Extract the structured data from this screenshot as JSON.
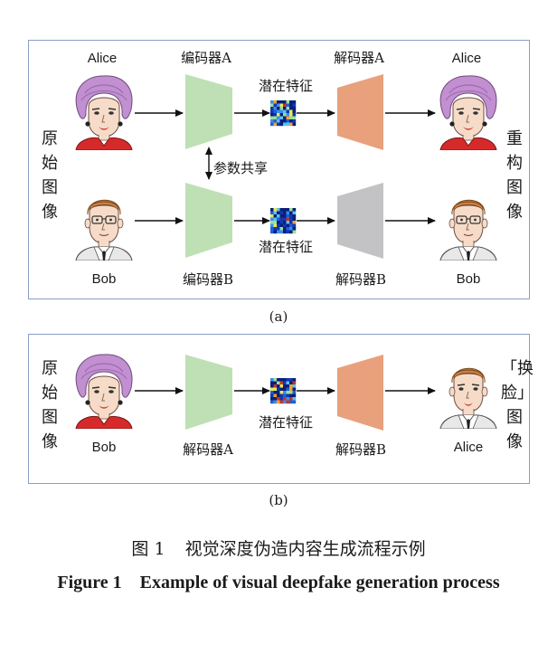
{
  "colors": {
    "border": "#8a9fc6",
    "encoder": "#bfe0b5",
    "decoder_a": "#e8a07d",
    "decoder_b": "#c3c3c6"
  },
  "panel_a": {
    "top_input_name": "Alice",
    "top_output_name": "Alice",
    "bottom_input_name": "Bob",
    "bottom_output_name": "Bob",
    "encoder_a": "编码器A",
    "decoder_a": "解码器A",
    "encoder_b": "编码器B",
    "decoder_b": "解码器B",
    "latent_top": "潜在特征",
    "latent_bottom": "潜在特征",
    "shared_params": "参数共享",
    "left_vertical": [
      "原",
      "始",
      "图",
      "像"
    ],
    "right_vertical": [
      "重",
      "构",
      "图",
      "像"
    ],
    "sublabel": "(a)"
  },
  "panel_b": {
    "input_name": "Bob",
    "output_name": "Alice",
    "decoder_left": "解码器A",
    "decoder_right": "解码器B",
    "latent": "潜在特征",
    "left_vertical": [
      "原",
      "始",
      "图",
      "像"
    ],
    "right_vertical": [
      "「换",
      "脸」",
      "图",
      "像"
    ],
    "sublabel": "(b)"
  },
  "caption": {
    "cn_label": "图 1",
    "cn_title": "视觉深度伪造内容生成流程示例",
    "en_label": "Figure 1",
    "en_title": "Example of visual deepfake generation process"
  }
}
